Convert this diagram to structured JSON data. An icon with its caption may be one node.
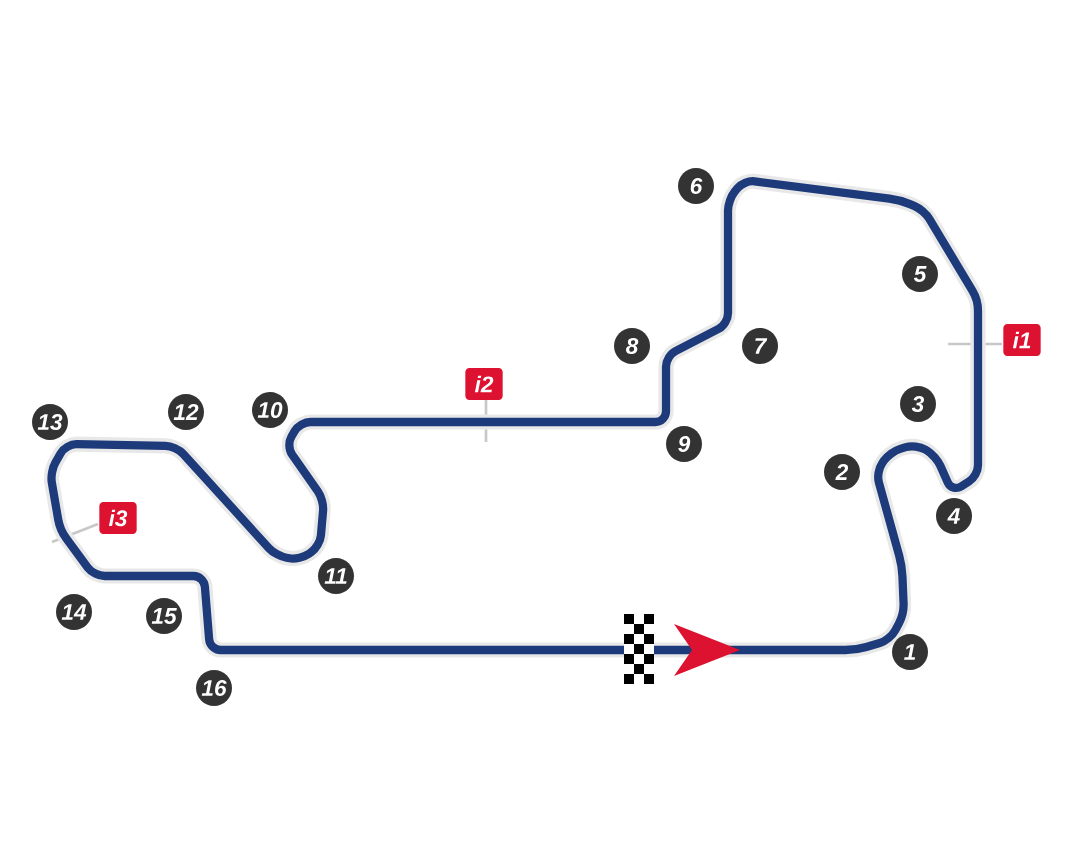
{
  "diagram": {
    "labels": [
      "1",
      "2",
      "3",
      "4",
      "5",
      "6",
      "7",
      "8",
      "9",
      "10",
      "11",
      "12",
      "13",
      "14",
      "15",
      "16",
      "i1",
      "i2",
      "i3"
    ]
  }
}
